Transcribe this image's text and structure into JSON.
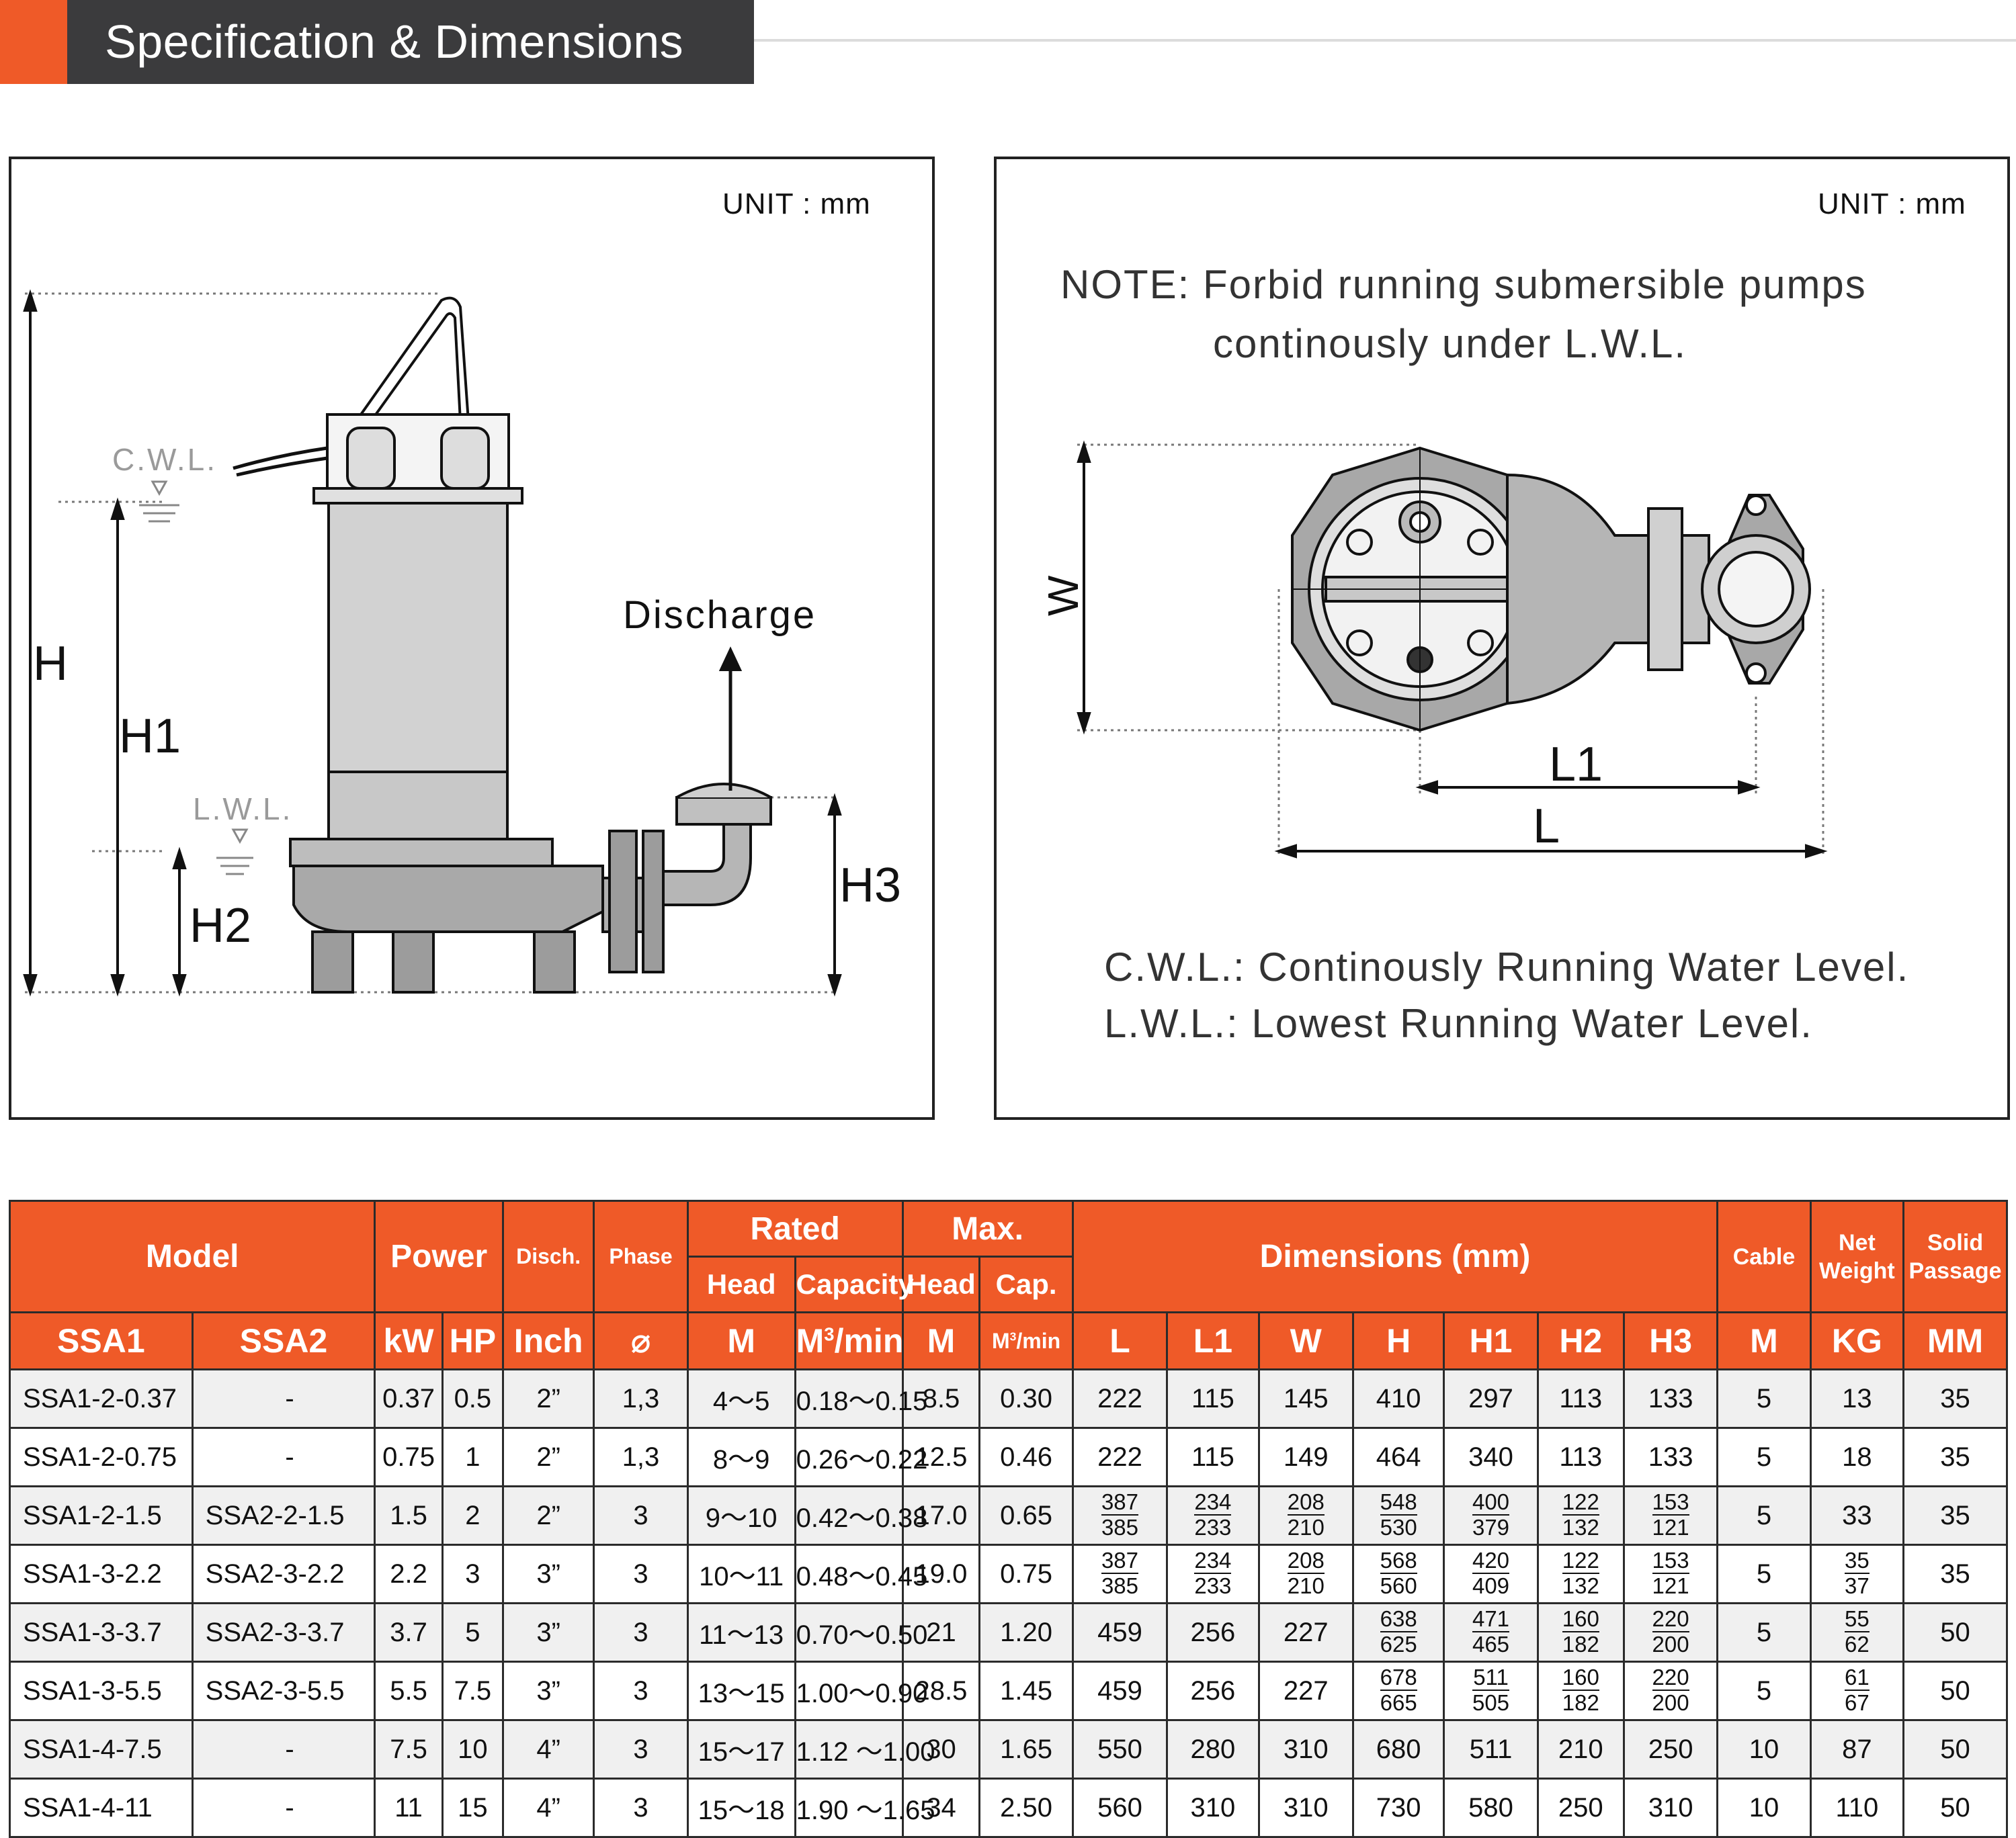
{
  "header": {
    "title": "Specification & Dimensions"
  },
  "left_panel": {
    "unit": "UNIT : mm",
    "labels": {
      "h": "H",
      "h1": "H1",
      "h2": "H2",
      "h3": "H3",
      "cwl": "C.W.L.",
      "lwl": "L.W.L.",
      "discharge": "Discharge"
    }
  },
  "right_panel": {
    "unit": "UNIT : mm",
    "note_line1": "NOTE: Forbid running submersible pumps",
    "note_line2": "continously under L.W.L.",
    "labels": {
      "w": "W",
      "l1": "L1",
      "l": "L"
    },
    "legend_cwl": "C.W.L.: Continously Running Water Level.",
    "legend_lwl": "L.W.L.: Lowest Running Water Level."
  },
  "table": {
    "header": {
      "model": "Model",
      "power": "Power",
      "disch": "Disch.",
      "phase": "Phase",
      "rated": "Rated",
      "max": "Max.",
      "dimensions": "Dimensions (mm)",
      "cable": "Cable",
      "net_weight": "Net Weight",
      "solid_passage": "Solid Passage",
      "head": "Head",
      "capacity": "Capacity",
      "max_head": "Head",
      "max_cap": "Cap."
    },
    "units": {
      "ssa1": "SSA1",
      "ssa2": "SSA2",
      "kw": "kW",
      "hp": "HP",
      "inch": "Inch",
      "phase": "⌀",
      "head": "M",
      "capacity": "M",
      "capacity_exp": "3",
      "capacity_tail": "/min",
      "max_head": "M",
      "max_cap": "M",
      "max_cap_exp": "3",
      "max_cap_tail": "/min",
      "l": "L",
      "l1": "L1",
      "w": "W",
      "h": "H",
      "h1": "H1",
      "h2": "H2",
      "h3": "H3",
      "cable": "M",
      "weight": "KG",
      "passage": "MM"
    },
    "rows": [
      {
        "ssa1": "SSA1-2-0.37",
        "ssa2": "-",
        "kw": "0.37",
        "hp": "0.5",
        "inch": "2”",
        "phase": "1,3",
        "head": "4～5",
        "capacity": "0.18～0.15",
        "max_head": "8.5",
        "max_cap": "0.30",
        "L": "222",
        "L1": "115",
        "W": "145",
        "H": "410",
        "H1": "297",
        "H2": "113",
        "H3": "133",
        "cable": "5",
        "weight": "13",
        "passage": "35"
      },
      {
        "ssa1": "SSA1-2-0.75",
        "ssa2": "-",
        "kw": "0.75",
        "hp": "1",
        "inch": "2”",
        "phase": "1,3",
        "head": "8～9",
        "capacity": "0.26～0.22",
        "max_head": "12.5",
        "max_cap": "0.46",
        "L": "222",
        "L1": "115",
        "W": "149",
        "H": "464",
        "H1": "340",
        "H2": "113",
        "H3": "133",
        "cable": "5",
        "weight": "18",
        "passage": "35"
      },
      {
        "ssa1": "SSA1-2-1.5",
        "ssa2": "SSA2-2-1.5",
        "kw": "1.5",
        "hp": "2",
        "inch": "2”",
        "phase": "3",
        "head": "9～10",
        "capacity": "0.42～0.38",
        "max_head": "17.0",
        "max_cap": "0.65",
        "L": [
          "387",
          "385"
        ],
        "L1": [
          "234",
          "233"
        ],
        "W": [
          "208",
          "210"
        ],
        "H": [
          "548",
          "530"
        ],
        "H1": [
          "400",
          "379"
        ],
        "H2": [
          "122",
          "132"
        ],
        "H3": [
          "153",
          "121"
        ],
        "cable": "5",
        "weight": "33",
        "passage": "35"
      },
      {
        "ssa1": "SSA1-3-2.2",
        "ssa2": "SSA2-3-2.2",
        "kw": "2.2",
        "hp": "3",
        "inch": "3”",
        "phase": "3",
        "head": "10～11",
        "capacity": "0.48～0.45",
        "max_head": "19.0",
        "max_cap": "0.75",
        "L": [
          "387",
          "385"
        ],
        "L1": [
          "234",
          "233"
        ],
        "W": [
          "208",
          "210"
        ],
        "H": [
          "568",
          "560"
        ],
        "H1": [
          "420",
          "409"
        ],
        "H2": [
          "122",
          "132"
        ],
        "H3": [
          "153",
          "121"
        ],
        "cable": "5",
        "weight": [
          "35",
          "37"
        ],
        "passage": "35"
      },
      {
        "ssa1": "SSA1-3-3.7",
        "ssa2": "SSA2-3-3.7",
        "kw": "3.7",
        "hp": "5",
        "inch": "3”",
        "phase": "3",
        "head": "11～13",
        "capacity": "0.70～0.50",
        "max_head": "21",
        "max_cap": "1.20",
        "L": "459",
        "L1": "256",
        "W": "227",
        "H": [
          "638",
          "625"
        ],
        "H1": [
          "471",
          "465"
        ],
        "H2": [
          "160",
          "182"
        ],
        "H3": [
          "220",
          "200"
        ],
        "cable": "5",
        "weight": [
          "55",
          "62"
        ],
        "passage": "50"
      },
      {
        "ssa1": "SSA1-3-5.5",
        "ssa2": "SSA2-3-5.5",
        "kw": "5.5",
        "hp": "7.5",
        "inch": "3”",
        "phase": "3",
        "head": "13～15",
        "capacity": "1.00～0.90",
        "max_head": "28.5",
        "max_cap": "1.45",
        "L": "459",
        "L1": "256",
        "W": "227",
        "H": [
          "678",
          "665"
        ],
        "H1": [
          "511",
          "505"
        ],
        "H2": [
          "160",
          "182"
        ],
        "H3": [
          "220",
          "200"
        ],
        "cable": "5",
        "weight": [
          "61",
          "67"
        ],
        "passage": "50"
      },
      {
        "ssa1": "SSA1-4-7.5",
        "ssa2": "-",
        "kw": "7.5",
        "hp": "10",
        "inch": "4”",
        "phase": "3",
        "head": "15～17",
        "capacity": "1.12 ～1.00",
        "max_head": "30",
        "max_cap": "1.65",
        "L": "550",
        "L1": "280",
        "W": "310",
        "H": "680",
        "H1": "511",
        "H2": "210",
        "H3": "250",
        "cable": "10",
        "weight": "87",
        "passage": "50"
      },
      {
        "ssa1": "SSA1-4-11",
        "ssa2": "-",
        "kw": "11",
        "hp": "15",
        "inch": "4”",
        "phase": "3",
        "head": "15～18",
        "capacity": "1.90 ～1.65",
        "max_head": "34",
        "max_cap": "2.50",
        "L": "560",
        "L1": "310",
        "W": "310",
        "H": "730",
        "H1": "580",
        "H2": "250",
        "H3": "310",
        "cable": "10",
        "weight": "110",
        "passage": "50"
      }
    ]
  }
}
